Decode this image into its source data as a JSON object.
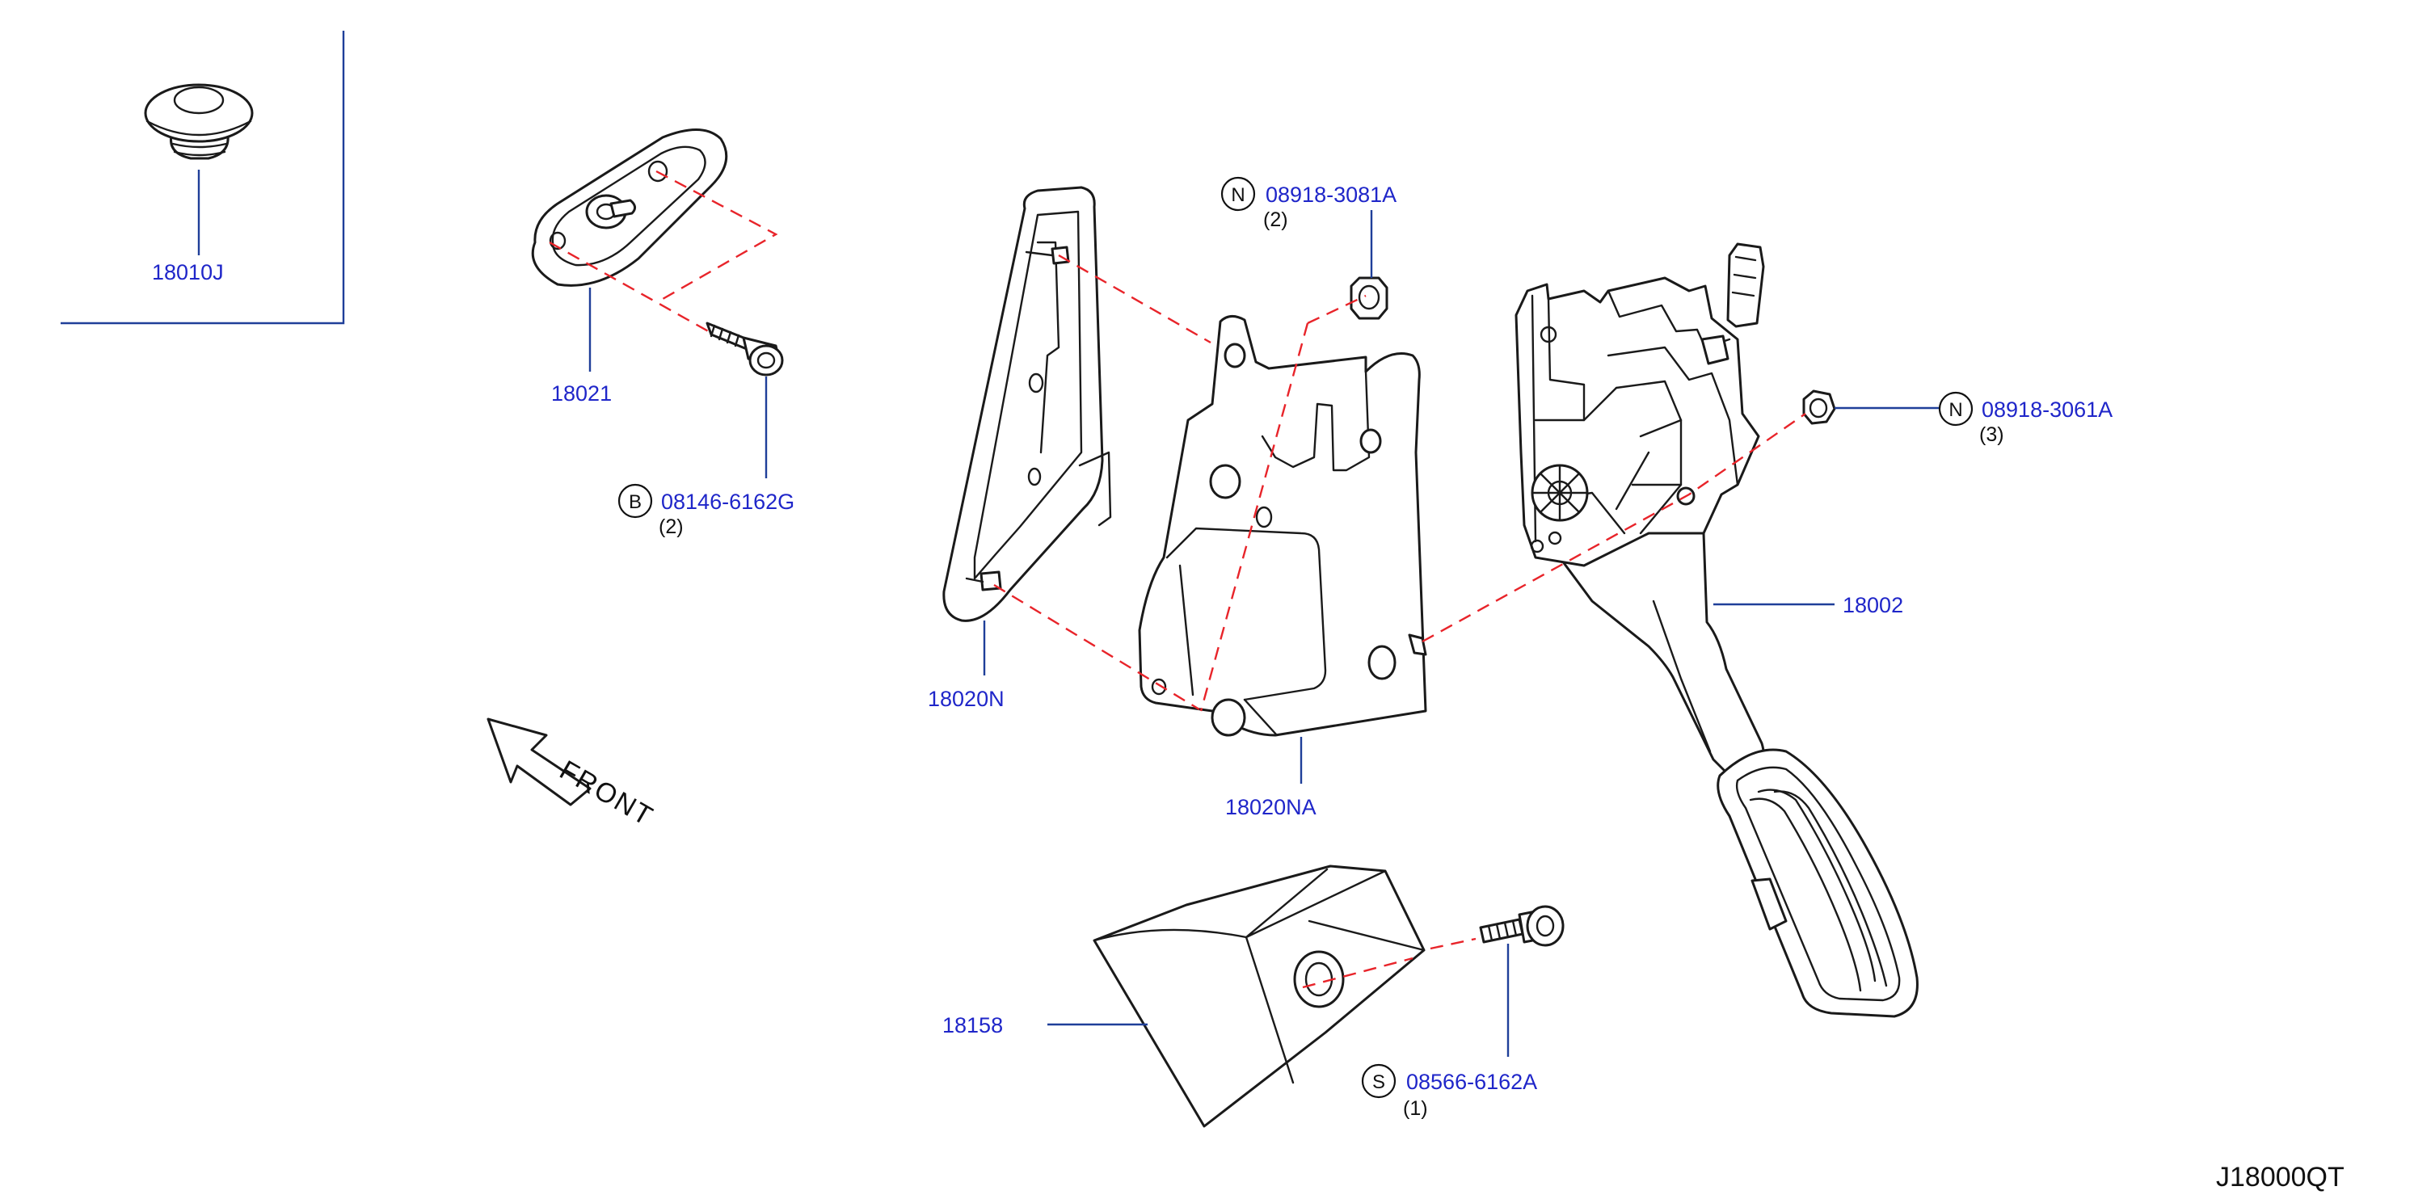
{
  "diagram_code": "J18000QT",
  "direction_label": "FRONT",
  "parts": [
    {
      "id": "clip",
      "number": "18010J"
    },
    {
      "id": "stopper",
      "number": "18021"
    },
    {
      "id": "bolt-b",
      "symbol": "B",
      "number": "08146-6162G",
      "qty": "(2)"
    },
    {
      "id": "insulator",
      "number": "18020N"
    },
    {
      "id": "bracket",
      "number": "18020NA"
    },
    {
      "id": "nut-n1",
      "symbol": "N",
      "number": "08918-3081A",
      "qty": "(2)"
    },
    {
      "id": "pedal",
      "number": "18002"
    },
    {
      "id": "nut-n2",
      "symbol": "N",
      "number": "08918-3061A",
      "qty": "(3)"
    },
    {
      "id": "cover",
      "number": "18158"
    },
    {
      "id": "screw-s",
      "symbol": "S",
      "number": "08566-6162A",
      "qty": "(1)"
    }
  ],
  "colors": {
    "part_number": "#1f26c9",
    "leader": "#1f3f99",
    "alignment_dash": "#e8242a",
    "outline": "#1a1a1a"
  }
}
